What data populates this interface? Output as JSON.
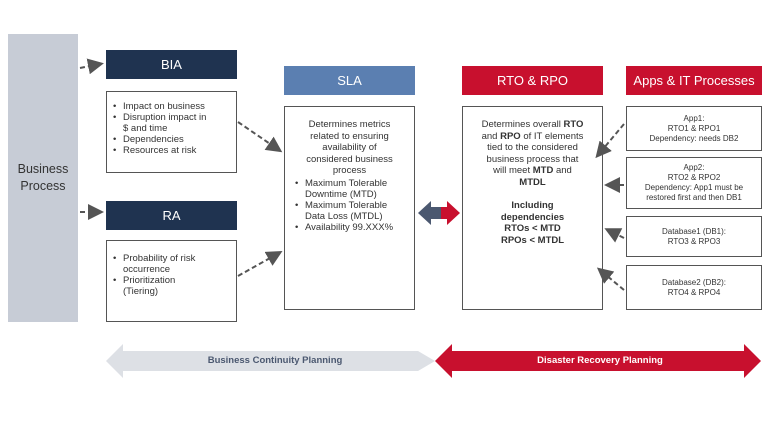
{
  "business_process": {
    "line1": "Business",
    "line2": "Process"
  },
  "bia": {
    "title": "BIA",
    "items": [
      "Impact on business",
      "Disruption impact in",
      "$ and time",
      "Dependencies",
      "Resources at risk"
    ]
  },
  "ra": {
    "title": "RA",
    "items": [
      "Probability of risk",
      "occurrence",
      "Prioritization",
      "(Tiering)"
    ]
  },
  "sla": {
    "title": "SLA",
    "lines": [
      "Determines metrics",
      "related to ensuring",
      "availability of",
      "considered business",
      "process"
    ],
    "items": [
      "Maximum Tolerable",
      "Downtime (MTD)",
      "Maximum Tolerable",
      "Data Loss (MTDL)",
      "Availability 99.XXX%"
    ]
  },
  "rto": {
    "title": "RTO & RPO",
    "l1a": "Determines overall ",
    "l1b": "RTO",
    "l2a": "and ",
    "l2b": "RPO",
    "l2c": " of IT elements",
    "l3": "tied to the considered",
    "l4": "business process that",
    "l5a": "will meet ",
    "l5b": "MTD",
    "l5c": " and",
    "l6": "MTDL",
    "inc1": "Including",
    "inc2": "dependencies",
    "inc3": "RTOs < MTD",
    "inc4": "RPOs < MTDL"
  },
  "apps": {
    "title": "Apps & IT Processes",
    "boxes": [
      {
        "l1": "App1:",
        "l2": "RTO1 & RPO1",
        "l3": "Dependency: needs DB2"
      },
      {
        "l1": "App2:",
        "l2": "RTO2 & RPO2",
        "l3": "Dependency: App1 must be",
        "l4": "restored first and then DB1"
      },
      {
        "l1": "Database1 (DB1):",
        "l2": "RTO3 & RPO3"
      },
      {
        "l1": "Database2 (DB2):",
        "l2": "RTO4 & RPO4"
      }
    ]
  },
  "bottom": {
    "bcp": "Business Continuity Planning",
    "drp": "Disaster Recovery Planning"
  },
  "colors": {
    "navy": "#1f3350",
    "blue": "#5b7fb1",
    "red": "#c8102e",
    "grey": "#c7ccd6"
  }
}
